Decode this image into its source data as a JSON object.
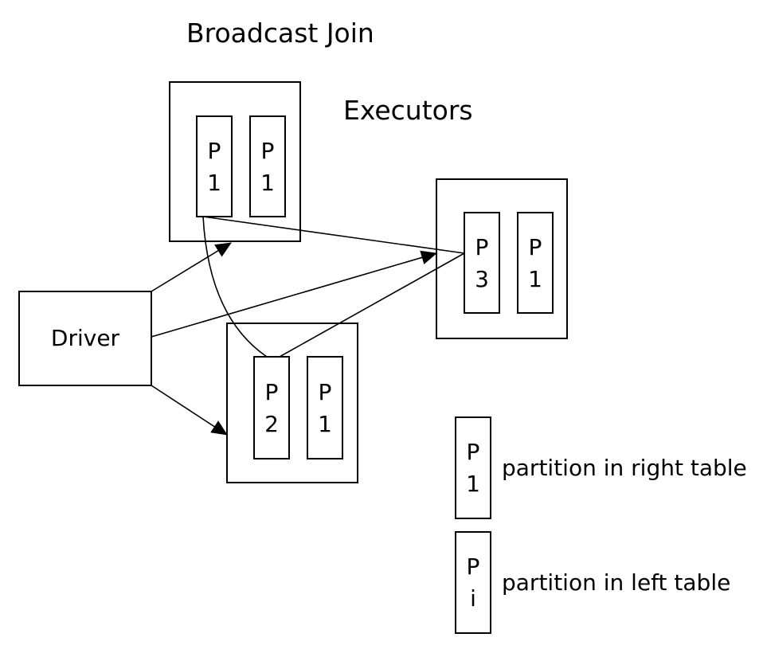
{
  "title": "Broadcast Join",
  "executors_label": "Executors",
  "driver_label": "Driver",
  "executor1": {
    "partitions": [
      {
        "line1": "P",
        "line2": "1"
      },
      {
        "line1": "P",
        "line2": "1"
      }
    ]
  },
  "executor2": {
    "partitions": [
      {
        "line1": "P",
        "line2": "2"
      },
      {
        "line1": "P",
        "line2": "1"
      }
    ]
  },
  "executor3": {
    "partitions": [
      {
        "line1": "P",
        "line2": "3"
      },
      {
        "line1": "P",
        "line2": "1"
      }
    ]
  },
  "legend": [
    {
      "line1": "P",
      "line2": "1",
      "text": "partition in right table"
    },
    {
      "line1": "P",
      "line2": "i",
      "text": "partition in left table"
    }
  ]
}
